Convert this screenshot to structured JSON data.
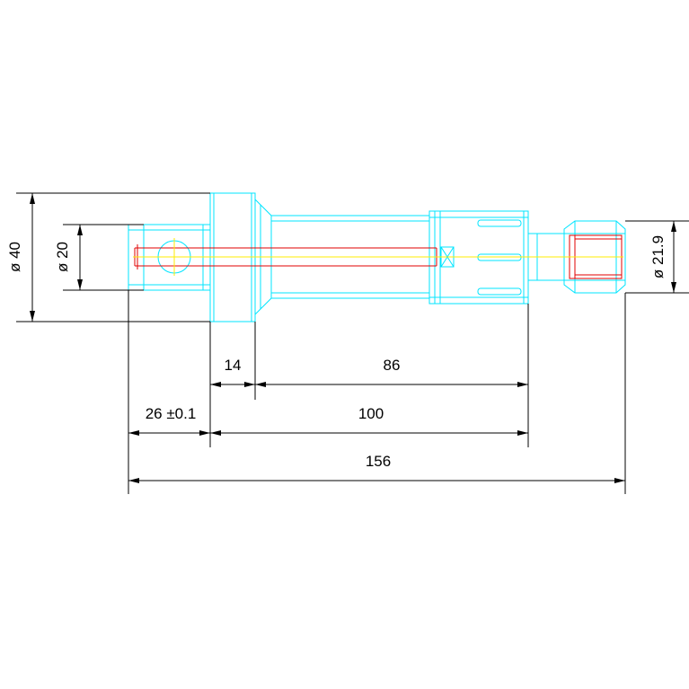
{
  "colors": {
    "outline": "#00e5ff",
    "bore": "#e00000",
    "centerline": "#ffee00",
    "dimension": "#000000",
    "background": "#ffffff"
  },
  "dimensions": {
    "dia_40": "ø 40",
    "dia_20": "ø 20",
    "dia_21_9": "ø 21.9",
    "len_14": "14",
    "len_86": "86",
    "len_26": "26 ±0.1",
    "len_100": "100",
    "len_156": "156"
  }
}
